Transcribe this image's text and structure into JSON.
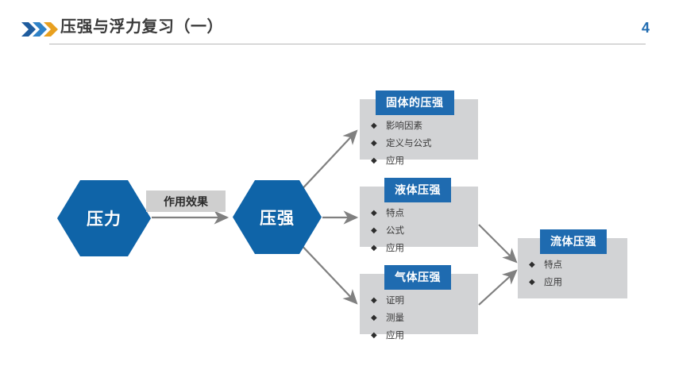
{
  "header": {
    "title": "压强与浮力复习（一）",
    "page_number": "4",
    "chevron_colors": [
      "#1f5c9e",
      "#2f82c7",
      "#e8a020"
    ],
    "accent_color": "#1f6bb0",
    "rule_color": "#b8b8b8"
  },
  "diagram": {
    "nodes": [
      {
        "id": "pressure-force",
        "label": "压力",
        "shape": "hexagon",
        "fill": "#0f64a8"
      },
      {
        "id": "pressure",
        "label": "压强",
        "shape": "hexagon",
        "fill": "#0f64a8"
      }
    ],
    "edge_label": "作用效果",
    "cards": [
      {
        "id": "solid",
        "title": "固体的压强",
        "items": [
          "影响因素",
          "定义与公式",
          "应用"
        ]
      },
      {
        "id": "liquid",
        "title": "液体压强",
        "items": [
          "特点",
          "公式",
          "应用"
        ]
      },
      {
        "id": "gas",
        "title": "气体压强",
        "items": [
          "证明",
          "测量",
          "应用"
        ]
      },
      {
        "id": "fluid",
        "title": "流体压强",
        "items": [
          "特点",
          "应用"
        ]
      }
    ],
    "bullet_glyph": "◆",
    "card_body_color": "#d2d3d5",
    "card_header_color": "#1f6bb0",
    "connector_color": "#808080"
  }
}
